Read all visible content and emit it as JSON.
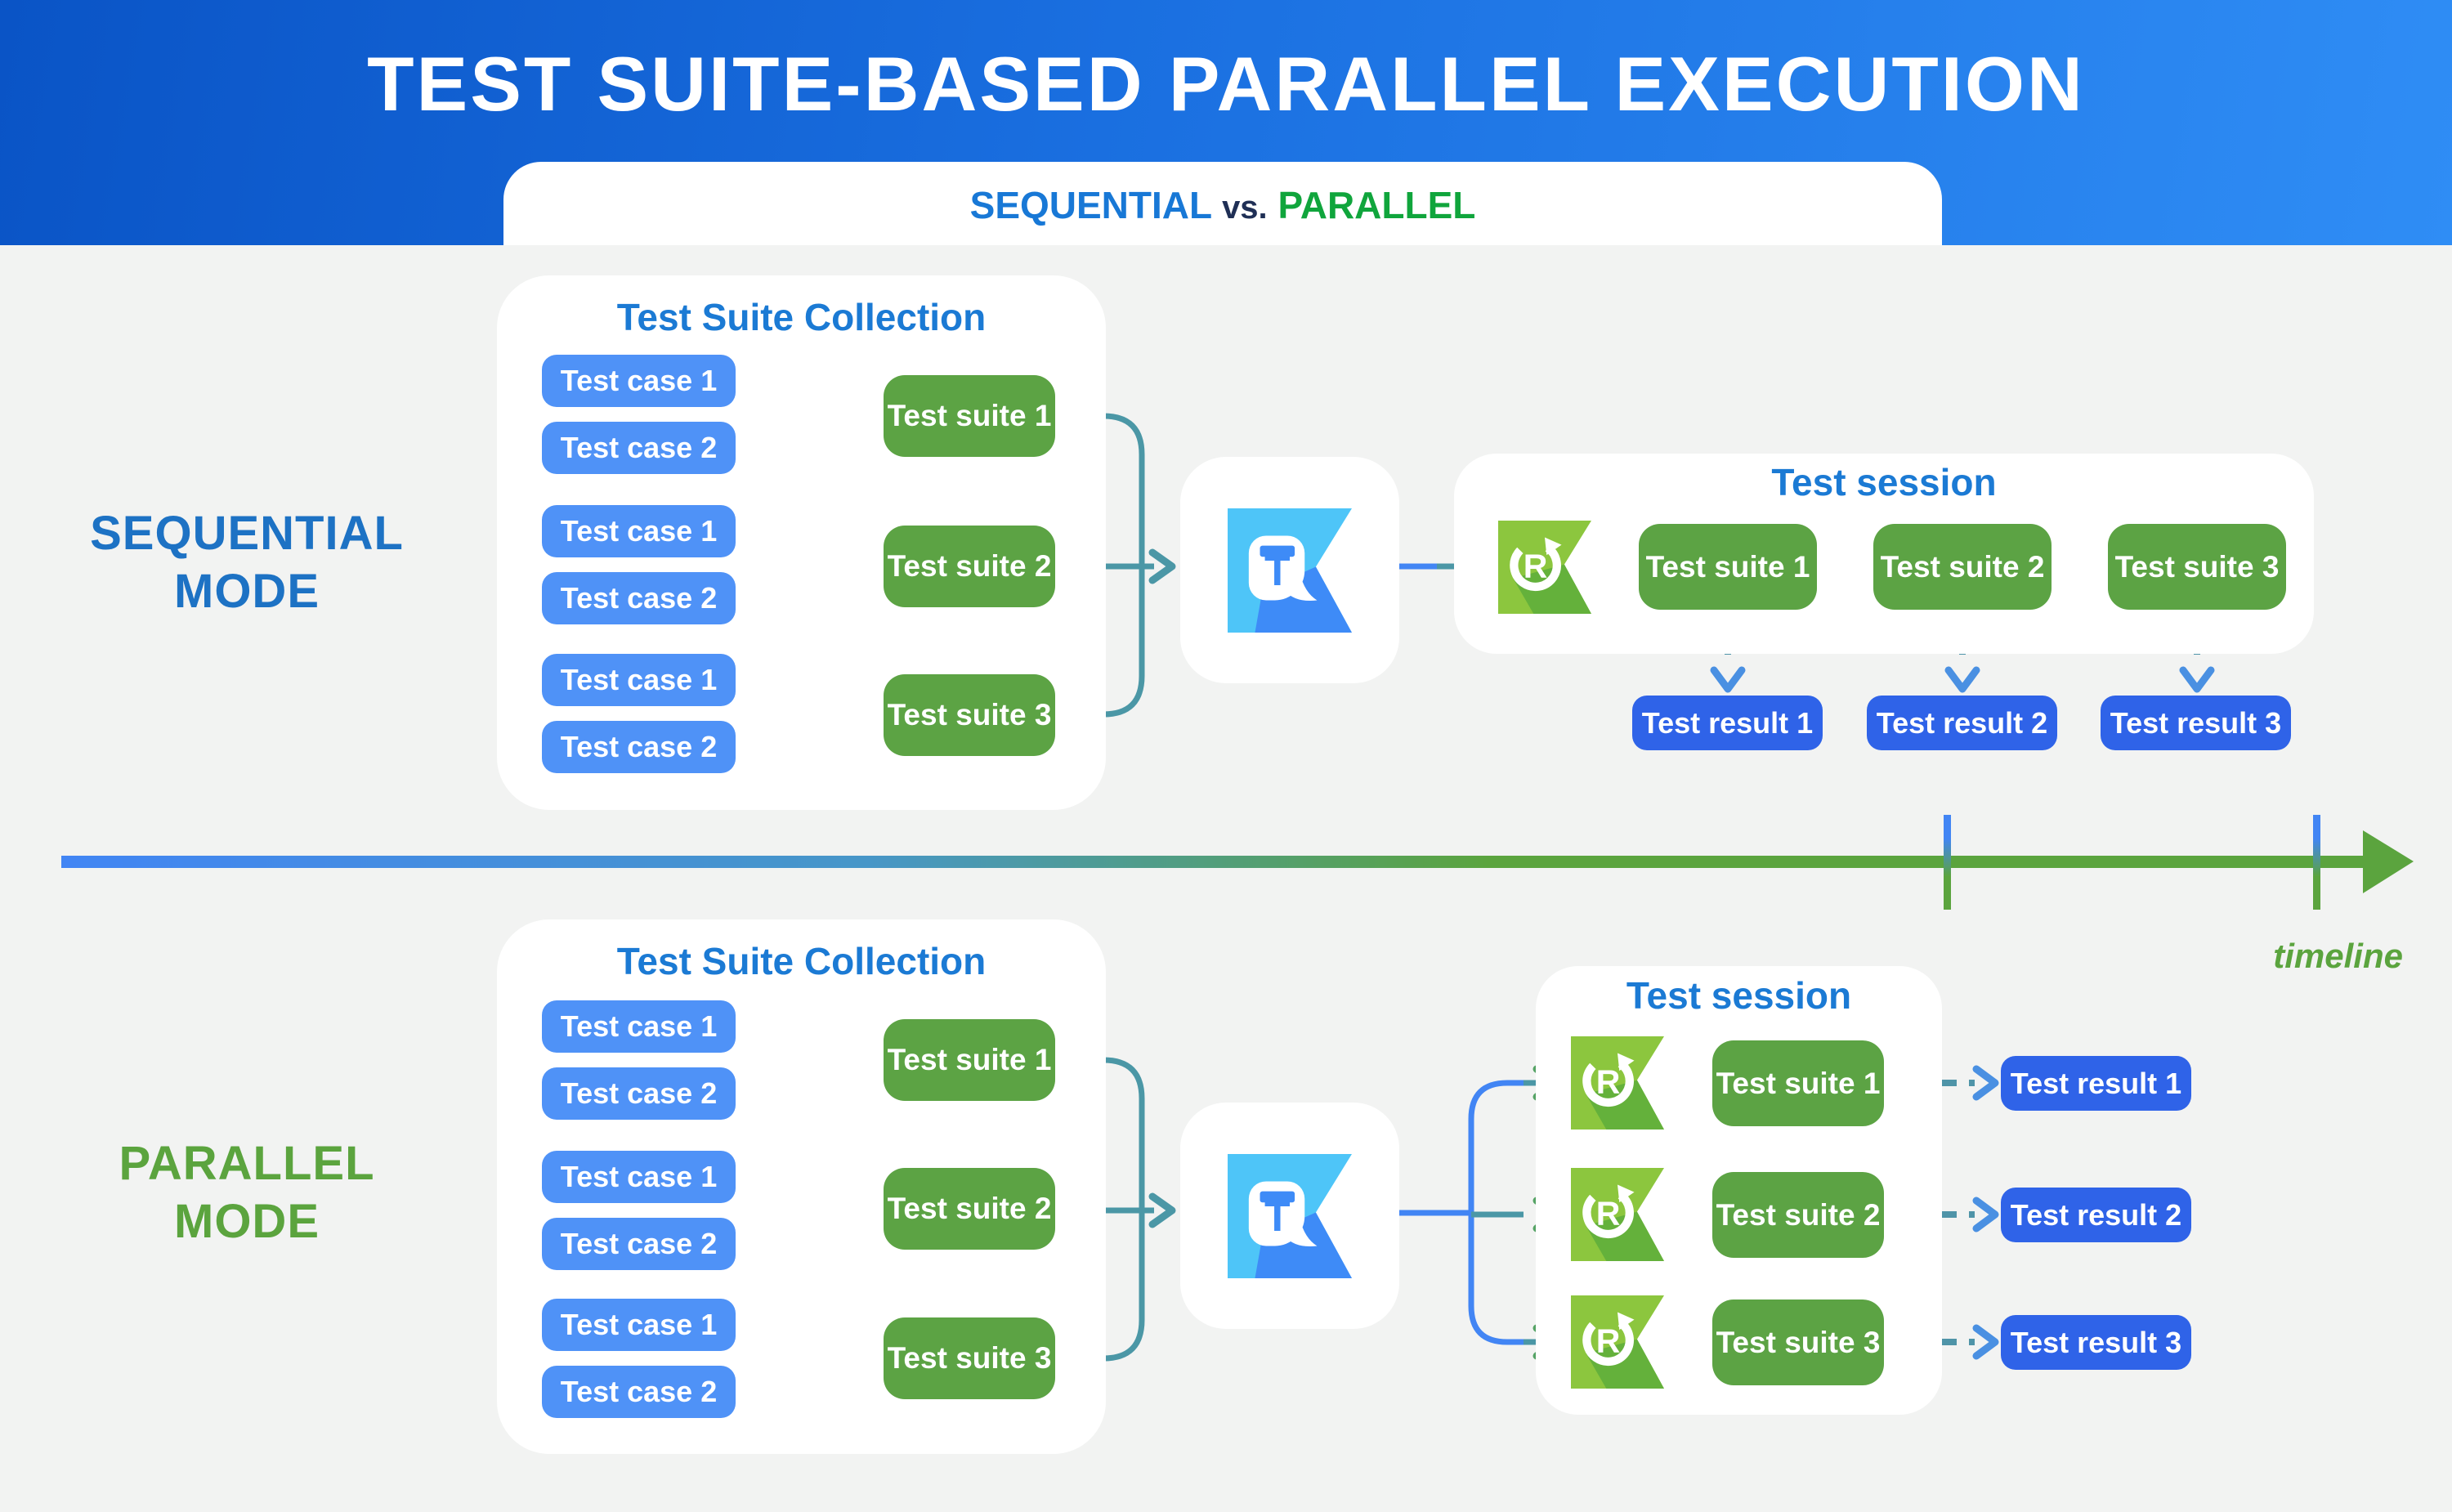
{
  "header": {
    "title": "TEST SUITE-BASED PARALLEL EXECUTION",
    "subtitle_left": "SEQUENTIAL",
    "subtitle_mid": "vs.",
    "subtitle_right": "PARALLEL"
  },
  "timeline_label": "timeline",
  "sequential": {
    "mode_line1": "SEQUENTIAL",
    "mode_line2": "MODE",
    "collection_title": "Test Suite Collection",
    "groups": [
      {
        "suite": "Test suite 1",
        "case1": "Test case 1",
        "case2": "Test case 2"
      },
      {
        "suite": "Test suite 2",
        "case1": "Test case 1",
        "case2": "Test case 2"
      },
      {
        "suite": "Test suite 3",
        "case1": "Test case 1",
        "case2": "Test case 2"
      }
    ],
    "session_title": "Test session",
    "session_suites": [
      "Test suite 1",
      "Test suite 2",
      "Test suite 3"
    ],
    "results": [
      "Test result 1",
      "Test result 2",
      "Test result 3"
    ]
  },
  "parallel": {
    "mode_line1": "PARALLEL",
    "mode_line2": "MODE",
    "collection_title": "Test Suite Collection",
    "groups": [
      {
        "suite": "Test suite 1",
        "case1": "Test case 1",
        "case2": "Test case 2"
      },
      {
        "suite": "Test suite 2",
        "case1": "Test case 1",
        "case2": "Test case 2"
      },
      {
        "suite": "Test suite 3",
        "case1": "Test case 1",
        "case2": "Test case 2"
      }
    ],
    "session_title": "Test session",
    "session_suites": [
      "Test suite 1",
      "Test suite 2",
      "Test suite 3"
    ],
    "results": [
      "Test result 1",
      "Test result 2",
      "Test result 3"
    ]
  },
  "logos": {
    "t_letter": "T",
    "r_letter": "R"
  },
  "colors": {
    "header_gradient_start": "#0a54c6",
    "header_gradient_end": "#2f8df5",
    "heading_blue": "#1b7ad4",
    "case_blue": "#4f92f7",
    "result_blue": "#2f63e8",
    "suite_green": "#5ca344",
    "mode_blue": "#1d72c4",
    "mode_green": "#5ba43e",
    "subtitle_green": "#10a53c",
    "subtitle_navy": "#1f2f55",
    "timeline_blue": "#4285f4",
    "timeline_green": "#5ba43e",
    "dash_green": "#57a173",
    "dash_teal": "#4f94a8",
    "chevron_blue": "#4a90e2"
  }
}
